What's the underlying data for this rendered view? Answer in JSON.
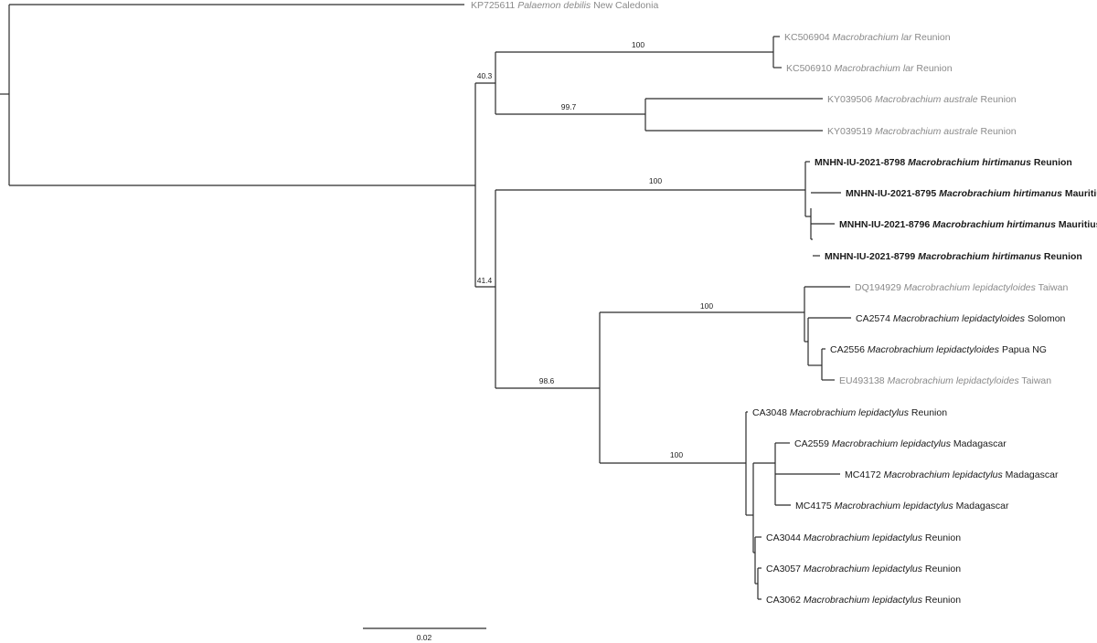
{
  "colors": {
    "gray": "#8a8a8a",
    "black": "#1a1a1a",
    "branch": "#2b2b2b"
  },
  "tips": [
    {
      "id": "KP725611",
      "species": "Palaemon debilis",
      "locality": "New Caledonia",
      "style": "gray"
    },
    {
      "id": "KC506904",
      "species": "Macrobrachium lar",
      "locality": "Reunion",
      "style": "gray"
    },
    {
      "id": "KC506910",
      "species": "Macrobrachium lar",
      "locality": "Reunion",
      "style": "gray"
    },
    {
      "id": "KY039506",
      "species": "Macrobrachium australe",
      "locality": "Reunion",
      "style": "gray"
    },
    {
      "id": "KY039519",
      "species": "Macrobrachium australe",
      "locality": "Reunion",
      "style": "gray"
    },
    {
      "id": "MNHN-IU-2021-8798",
      "species": "Macrobrachium hirtimanus",
      "locality": "Reunion",
      "style": "bold"
    },
    {
      "id": "MNHN-IU-2021-8795",
      "species": "Macrobrachium hirtimanus",
      "locality": "Mauritius",
      "style": "bold"
    },
    {
      "id": "MNHN-IU-2021-8796",
      "species": "Macrobrachium hirtimanus",
      "locality": "Mauritius",
      "style": "bold"
    },
    {
      "id": "MNHN-IU-2021-8799",
      "species": "Macrobrachium hirtimanus",
      "locality": "Reunion",
      "style": "bold"
    },
    {
      "id": "DQ194929",
      "species": "Macrobrachium lepidactyloides",
      "locality": "Taiwan",
      "style": "gray"
    },
    {
      "id": "CA2574",
      "species": "Macrobrachium lepidactyloides",
      "locality": "Solomon",
      "style": "black"
    },
    {
      "id": "CA2556",
      "species": "Macrobrachium lepidactyloides",
      "locality": "Papua NG",
      "style": "black"
    },
    {
      "id": "EU493138",
      "species": "Macrobrachium lepidactyloides",
      "locality": "Taiwan",
      "style": "gray"
    },
    {
      "id": "CA3048",
      "species": "Macrobrachium lepidactylus",
      "locality": "Reunion",
      "style": "black"
    },
    {
      "id": "CA2559",
      "species": "Macrobrachium lepidactylus",
      "locality": "Madagascar",
      "style": "black"
    },
    {
      "id": "MC4172",
      "species": "Macrobrachium lepidactylus",
      "locality": "Madagascar",
      "style": "black"
    },
    {
      "id": "MC4175",
      "species": "Macrobrachium lepidactylus",
      "locality": "Madagascar",
      "style": "black"
    },
    {
      "id": "CA3044",
      "species": "Macrobrachium lepidactylus",
      "locality": "Reunion",
      "style": "black"
    },
    {
      "id": "CA3057",
      "species": "Macrobrachium lepidactylus",
      "locality": "Reunion",
      "style": "black"
    },
    {
      "id": "CA3062",
      "species": "Macrobrachium lepidactylus",
      "locality": "Reunion",
      "style": "black"
    }
  ],
  "support_values": [
    "100",
    "40.3",
    "99.7",
    "100",
    "41.4",
    "100",
    "98.6",
    "100"
  ],
  "scale_bar": {
    "label": "0.02"
  }
}
